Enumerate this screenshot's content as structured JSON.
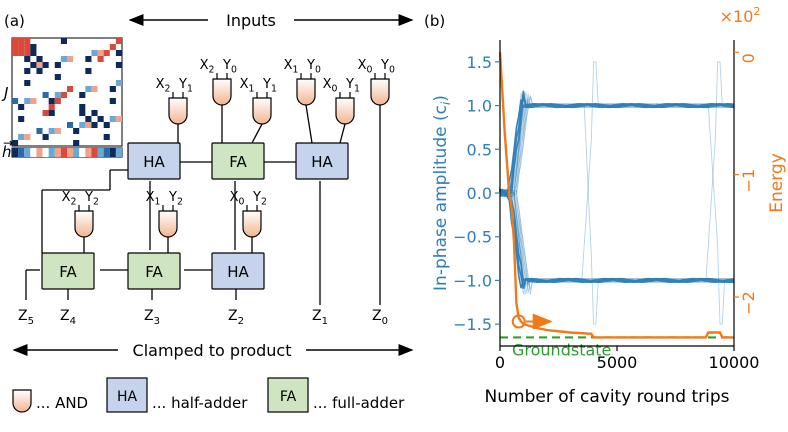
{
  "panel_a": {
    "label": "(a)",
    "inputs_label": "Inputs",
    "clamped_label": "Clamped to product",
    "matrix_J_label": "J",
    "vector_h_label": "h",
    "and_gates": [
      {
        "x_label": "X",
        "x_sub": "2",
        "y_label": "Y",
        "y_sub": "1"
      },
      {
        "x_label": "X",
        "x_sub": "2",
        "y_label": "Y",
        "y_sub": "0"
      },
      {
        "x_label": "X",
        "x_sub": "1",
        "y_label": "Y",
        "y_sub": "1"
      },
      {
        "x_label": "X",
        "x_sub": "1",
        "y_label": "Y",
        "y_sub": "0"
      },
      {
        "x_label": "X",
        "x_sub": "0",
        "y_label": "Y",
        "y_sub": "1"
      },
      {
        "x_label": "X",
        "x_sub": "0",
        "y_label": "Y",
        "y_sub": "0"
      },
      {
        "x_label": "X",
        "x_sub": "2",
        "y_label": "Y",
        "y_sub": "2"
      },
      {
        "x_label": "X",
        "x_sub": "1",
        "y_label": "Y",
        "y_sub": "2"
      },
      {
        "x_label": "X",
        "x_sub": "0",
        "y_label": "Y",
        "y_sub": "2"
      }
    ],
    "adders": [
      {
        "text": "HA",
        "kind": "half"
      },
      {
        "text": "FA",
        "kind": "full"
      },
      {
        "text": "HA",
        "kind": "half"
      },
      {
        "text": "FA",
        "kind": "full"
      },
      {
        "text": "FA",
        "kind": "full"
      },
      {
        "text": "HA",
        "kind": "half"
      }
    ],
    "outputs": [
      {
        "label": "Z",
        "sub": "5"
      },
      {
        "label": "Z",
        "sub": "4"
      },
      {
        "label": "Z",
        "sub": "3"
      },
      {
        "label": "Z",
        "sub": "2"
      },
      {
        "label": "Z",
        "sub": "1"
      },
      {
        "label": "Z",
        "sub": "0"
      }
    ],
    "legend": {
      "and_text": "... AND",
      "ha_box": "HA",
      "ha_text": "... half-adder",
      "fa_box": "FA",
      "fa_text": "... full-adder"
    },
    "colors": {
      "half_adder": "#c5d3ec",
      "full_adder": "#cfe5c2",
      "and_gate_top": "#ffffff",
      "and_gate_bottom": "#f2b48f"
    }
  },
  "panel_b": {
    "label": "(b)",
    "chart_data": {
      "type": "line",
      "xlabel": "Number of cavity round trips",
      "ylabel_left": "In-phase amplitude (c",
      "ylabel_left_sub": "i",
      "ylabel_left_close": ")",
      "ylabel_right": "Energy",
      "right_multiplier_base": "×10",
      "right_multiplier_exp": "2",
      "xlim": [
        0,
        10000
      ],
      "xticks": [
        0,
        5000,
        10000
      ],
      "ylim_left": [
        -1.75,
        1.75
      ],
      "yticks_left": [
        "1.5",
        "1.0",
        "0.5",
        "0.0",
        "−0.5",
        "−1.0",
        "−1.5"
      ],
      "yticks_left_values": [
        1.5,
        1.0,
        0.5,
        0.0,
        -0.5,
        -1.0,
        -1.5
      ],
      "yticks_right": [
        "0",
        "−1",
        "−2"
      ],
      "yticks_right_values": [
        0,
        -1,
        -2
      ],
      "ylim_right": [
        -2.4,
        0.1
      ],
      "groundstate_label": "Groundstate",
      "groundstate_energy": -2.33,
      "energy_series": {
        "name": "Energy",
        "x": [
          0,
          200,
          400,
          450,
          500,
          600,
          700,
          800,
          900,
          1000,
          1500,
          2000,
          3000,
          3900,
          4000,
          4500,
          5000,
          6000,
          7000,
          8000,
          8800,
          8900,
          9400,
          9500,
          10000
        ],
        "y": [
          0.0,
          -0.65,
          -1.18,
          -1.2,
          -1.28,
          -1.55,
          -2.05,
          -2.17,
          -2.2,
          -2.22,
          -2.25,
          -2.27,
          -2.29,
          -2.3,
          -2.33,
          -2.33,
          -2.33,
          -2.33,
          -2.33,
          -2.33,
          -2.33,
          -2.29,
          -2.29,
          -2.33,
          -2.33
        ]
      },
      "marker": {
        "x": 800,
        "energy": -2.2
      },
      "colors": {
        "amplitude": "#2f7fb6",
        "energy": "#f07a18",
        "groundstate": "#2ca02c"
      }
    }
  }
}
